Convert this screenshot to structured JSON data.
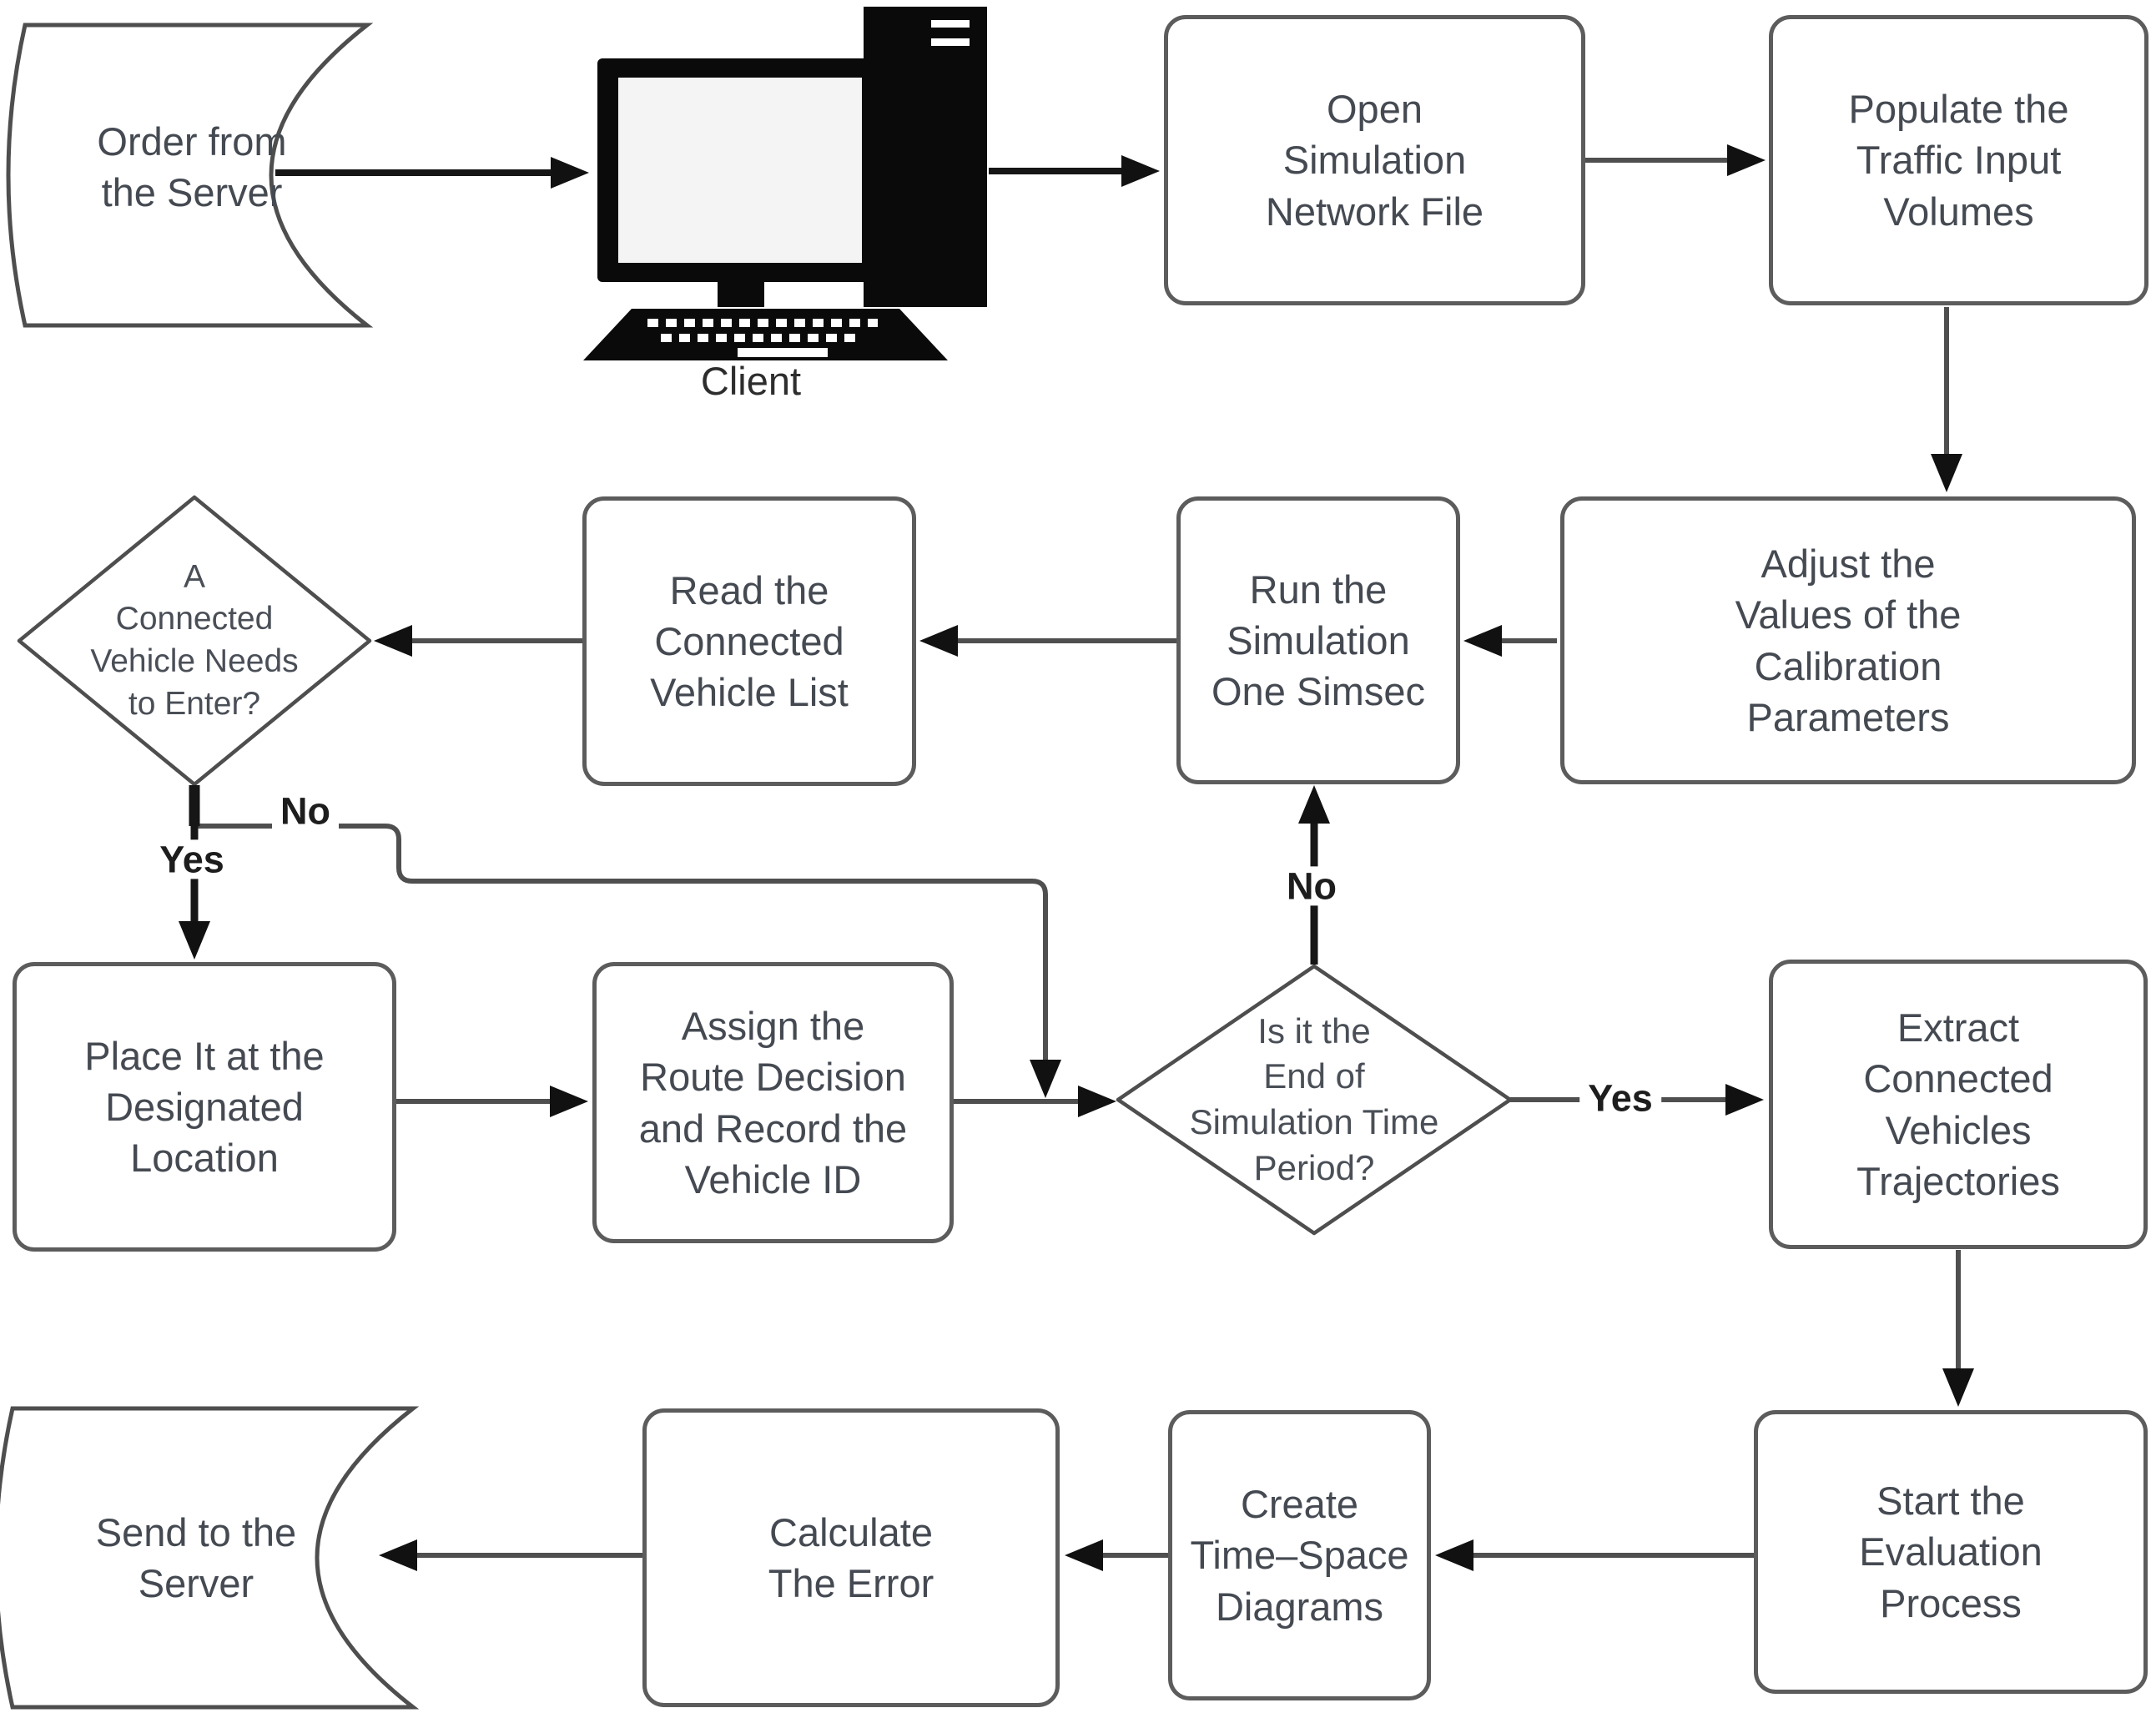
{
  "nodes": {
    "order_server": {
      "label": "Order from\nthe Server"
    },
    "client": {
      "label": "Client"
    },
    "open_sim": {
      "label": "Open\nSimulation\nNetwork File"
    },
    "populate": {
      "label": "Populate the\nTraffic Input\nVolumes"
    },
    "adjust": {
      "label": "Adjust the\nValues of the\nCalibration\nParameters"
    },
    "run_sim": {
      "label": "Run the\nSimulation\nOne Simsec"
    },
    "read_list": {
      "label": "Read the\nConnected\nVehicle List"
    },
    "vehicle_enter": {
      "label": "A\nConnected\nVehicle Needs\nto Enter?"
    },
    "place_it": {
      "label": "Place It at the\nDesignated\nLocation"
    },
    "assign_route": {
      "label": "Assign the\nRoute Decision\nand Record the\nVehicle ID"
    },
    "end_period": {
      "label": "Is it the\nEnd of\nSimulation Time\nPeriod?"
    },
    "extract": {
      "label": "Extract\nConnected\nVehicles\nTrajectories"
    },
    "start_eval": {
      "label": "Start the\nEvaluation\nProcess"
    },
    "create_ts": {
      "label": "Create\nTime–Space\nDiagrams"
    },
    "calc_error": {
      "label": "Calculate\nThe Error"
    },
    "send_server": {
      "label": "Send to the\nServer"
    }
  },
  "edge_labels": {
    "yes1": "Yes",
    "no1": "No",
    "no2": "No",
    "yes2": "Yes"
  },
  "colors": {
    "background": "#ffffff",
    "shape_fill": "#ffffff",
    "shape_border": "#5c5c5c",
    "text": "#454a52",
    "connector": "#4f4f4f",
    "arrowhead": "#111111",
    "icon": "#0a0a0a"
  }
}
